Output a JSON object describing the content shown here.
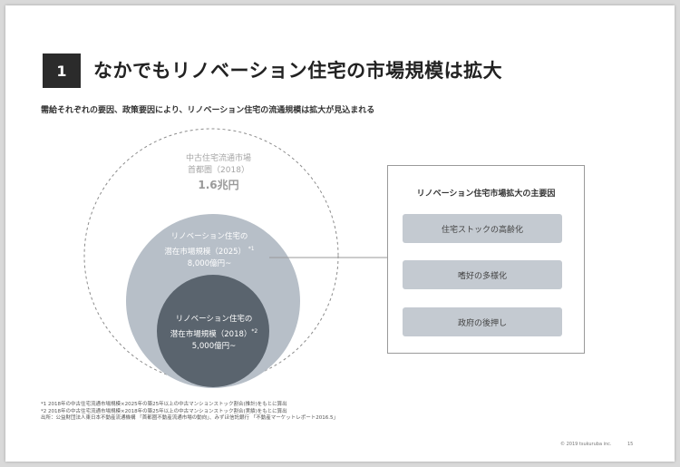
{
  "section": {
    "number": "1",
    "title": "なかでもリノベーション住宅の市場規模は拡大",
    "subtitle": "需給それぞれの要因、政策要因により、リノベーション住宅の流通規模は拡大が見込まれる"
  },
  "circles": {
    "outer": {
      "label_line1": "中古住宅流通市場",
      "label_line2": "首都圏（2018）",
      "value": "1.6兆円"
    },
    "middle": {
      "label_line1": "リノベーション住宅の",
      "label_line2": "潜在市場規模（2025）",
      "note": "*1",
      "value": "8,000億円~"
    },
    "inner": {
      "label_line1": "リノベーション住宅の",
      "label_line2": "潜在市場規模（2018）",
      "note": "*2",
      "value": "5,000億円~"
    }
  },
  "factors": {
    "title": "リノベーション住宅市場拡大の主要因",
    "items": [
      "住宅ストックの高齢化",
      "嗜好の多様化",
      "政府の後押し"
    ]
  },
  "footnotes": [
    "*1 2018年の中古住宅流通市場規模×2025年の築25年以上の中古マンションストック割合(推計)をもとに算出",
    "*2 2018年の中古住宅流通市場規模×2018年の築25年以上の中古マンションストック割合(実績)をもとに算出",
    "出所：公益財団法人東日本不動産流通機構 「首都圏不動産流通市場の動向」、みずほ信託銀行 「不動産マーケットレポート2016.5」"
  ],
  "footer": {
    "copyright": "© 2019 tsukuruba inc.",
    "page": "15"
  },
  "colors": {
    "badge": "#2b2b2b",
    "outer_border": "#8c8c8c",
    "middle_fill": "#b7bfc8",
    "inner_fill": "#5a646e",
    "factor_fill": "#c4cad1"
  }
}
